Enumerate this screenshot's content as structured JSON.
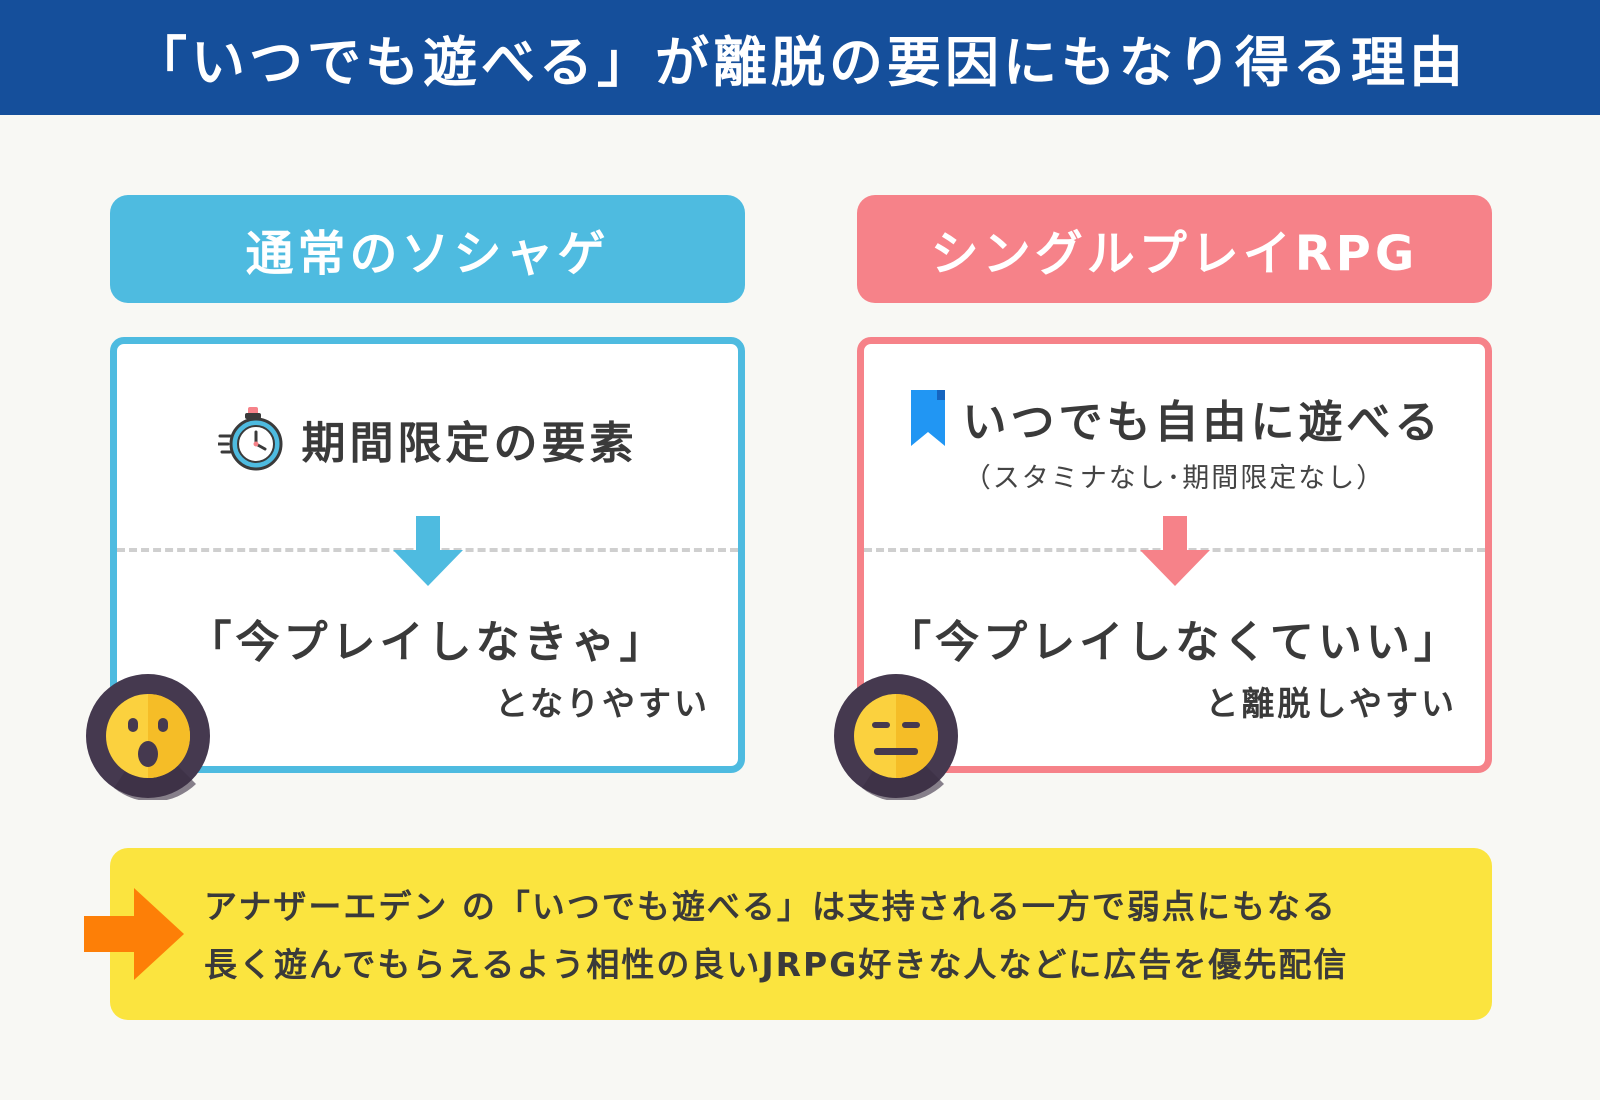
{
  "title": "「いつでも遊べる」が離脱の要因にもなり得る理由",
  "left": {
    "header": "通常のソシャゲ",
    "top_text": "期間限定の要素",
    "top_icon": "stopwatch-icon",
    "quote": "「今プレイしなきゃ」",
    "quote_sub": "となりやすい",
    "face_icon": "surprised-face-icon",
    "accent": "#4ebbe0"
  },
  "right": {
    "header": "シングルプレイRPG",
    "top_text": "いつでも自由に遊べる",
    "top_sub": "（スタミナなし･期間限定なし）",
    "top_icon": "bookmark-icon",
    "quote": "「今プレイしなくていい」",
    "quote_sub": "と離脱しやすい",
    "face_icon": "neutral-face-icon",
    "accent": "#f68289"
  },
  "note": {
    "line1": "アナザーエデン の「いつでも遊べる」は支持される一方で弱点にもなる",
    "line2": "長く遊んでもらえるよう相性の良いJRPG好きな人などに広告を優先配信",
    "arrow_icon": "right-arrow-icon",
    "bg": "#fbe43f"
  },
  "colors": {
    "banner": "#154f9b",
    "background": "#f8f8f4",
    "note_arrow": "#fd7f07"
  }
}
